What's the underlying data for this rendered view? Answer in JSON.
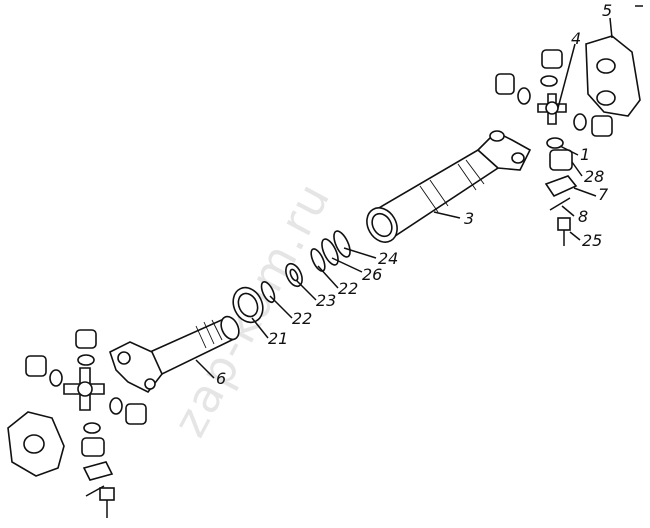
{
  "watermark": "zap-kam.ru",
  "callouts": [
    {
      "id": "c5",
      "label": "5"
    },
    {
      "id": "c4",
      "label": "4"
    },
    {
      "id": "c1",
      "label": "1"
    },
    {
      "id": "c28",
      "label": "28"
    },
    {
      "id": "c7",
      "label": "7"
    },
    {
      "id": "c8",
      "label": "8"
    },
    {
      "id": "c25",
      "label": "25"
    },
    {
      "id": "c3",
      "label": "3"
    },
    {
      "id": "c24",
      "label": "24"
    },
    {
      "id": "c26",
      "label": "26"
    },
    {
      "id": "c22a",
      "label": "22"
    },
    {
      "id": "c23",
      "label": "23"
    },
    {
      "id": "c22b",
      "label": "22"
    },
    {
      "id": "c21",
      "label": "21"
    },
    {
      "id": "c6",
      "label": "6"
    }
  ]
}
